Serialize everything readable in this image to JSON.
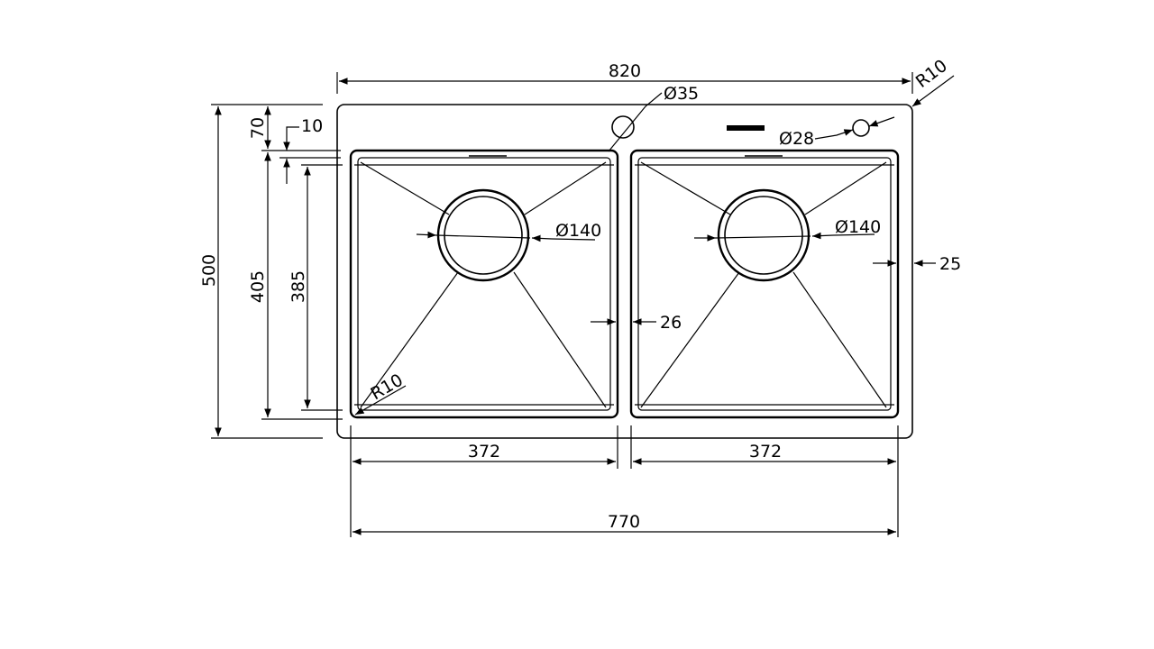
{
  "dimensions": {
    "overall_width": "820",
    "corner_radius_outer": "R10",
    "tap_hole": "Ø35",
    "side_hole": "Ø28",
    "overall_depth": "500",
    "rim_to_bowl": "70",
    "rim_step": "10",
    "bowl_depth_outer": "405",
    "bowl_depth_inner": "385",
    "drain_left": "Ø140",
    "drain_right": "Ø140",
    "divider": "26",
    "side_wall": "25",
    "corner_radius_bowl": "R10",
    "bowl_left_width": "372",
    "bowl_right_width": "372",
    "bowls_total_width": "770"
  },
  "colors": {
    "line": "#000000",
    "background": "#ffffff"
  }
}
